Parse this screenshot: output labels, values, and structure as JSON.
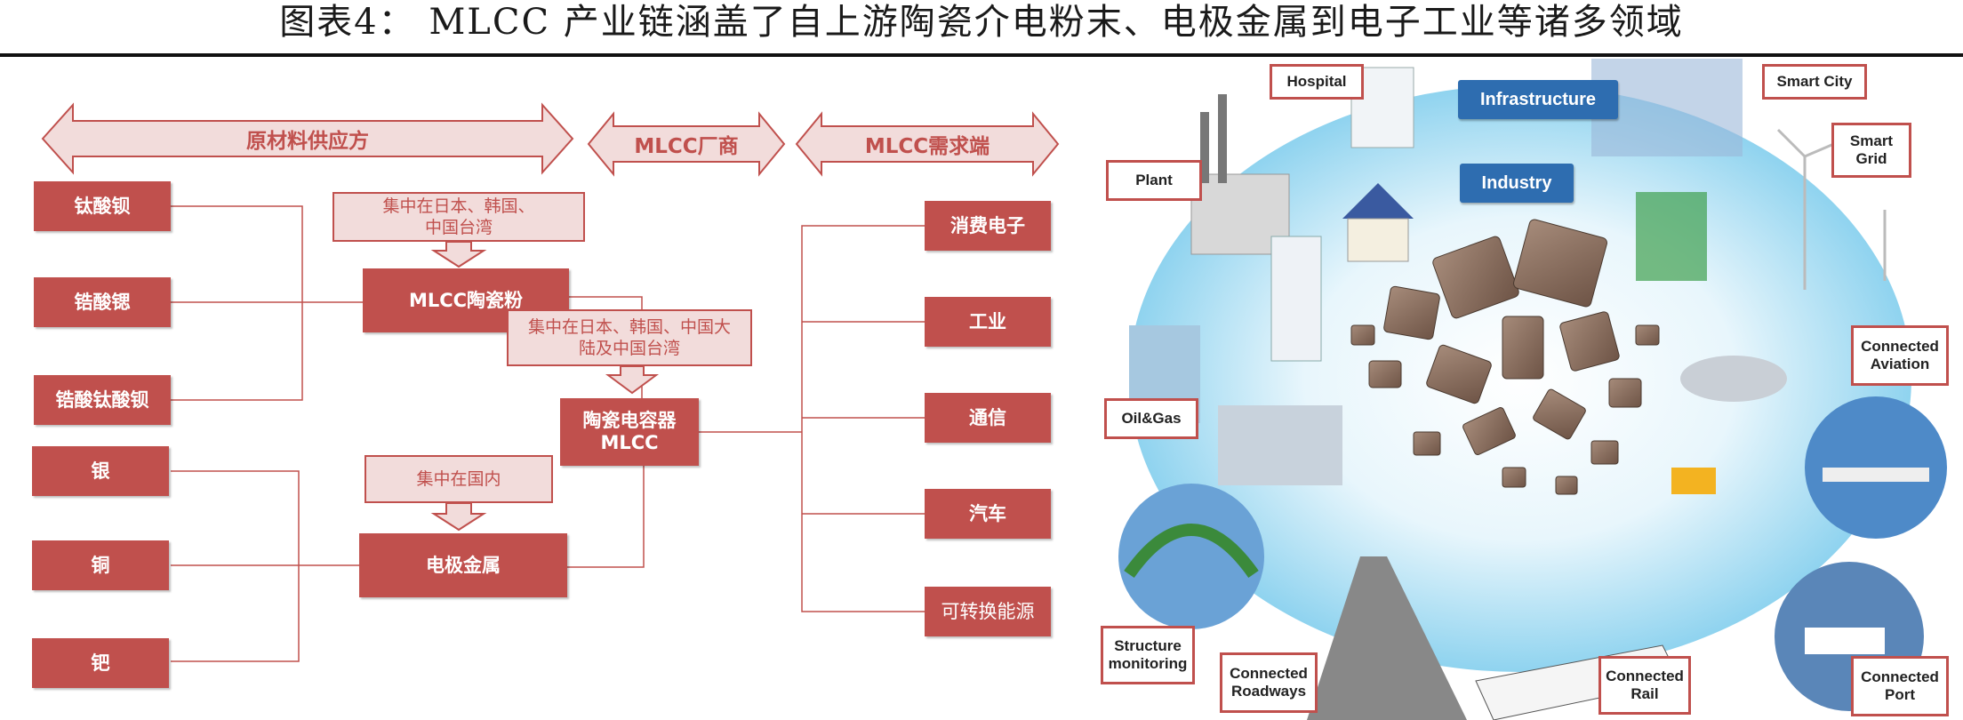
{
  "title": "图表4：  MLCC 产业链涵盖了自上游陶瓷介电粉末、电极金属到电子工业等诸多领域",
  "diagram": {
    "headers": {
      "raw_materials": "原材料供应方",
      "manufacturer": "MLCC厂商",
      "demand": "MLCC需求端"
    },
    "ceramic_materials": [
      "钛酸钡",
      "锆酸锶",
      "锆酸钛酸钡"
    ],
    "metal_materials": [
      "银",
      "铜",
      "钯"
    ],
    "ceramic_powder": "MLCC陶瓷粉",
    "electrode_metal": "电极金属",
    "capacitor": "陶瓷电容器\nMLCC",
    "notes": {
      "powder_location": "集中在日本、韩国、\n中国台湾",
      "capacitor_location": "集中在日本、韩国、中国大\n陆及中国台湾",
      "metal_location": "集中在国内"
    },
    "applications": [
      "消费电子",
      "工业",
      "通信",
      "汽车",
      "可转换能源"
    ]
  },
  "illustration": {
    "labels": {
      "hospital": "Hospital",
      "infrastructure": "Infrastructure",
      "smart_city": "Smart City",
      "plant": "Plant",
      "industry": "Industry",
      "smart_grid": "Smart\nGrid",
      "connected_aviation": "Connected\nAviation",
      "oil_gas": "Oil&Gas",
      "structure_monitoring": "Structure\nmonitoring",
      "connected_roadways": "Connected\nRoadways",
      "connected_rail": "Connected\nRail",
      "connected_port": "Connected\nPort"
    }
  },
  "colors": {
    "accent": "#c0504d",
    "note_fill": "#f2dcdb",
    "blue": "#2e6db0"
  }
}
